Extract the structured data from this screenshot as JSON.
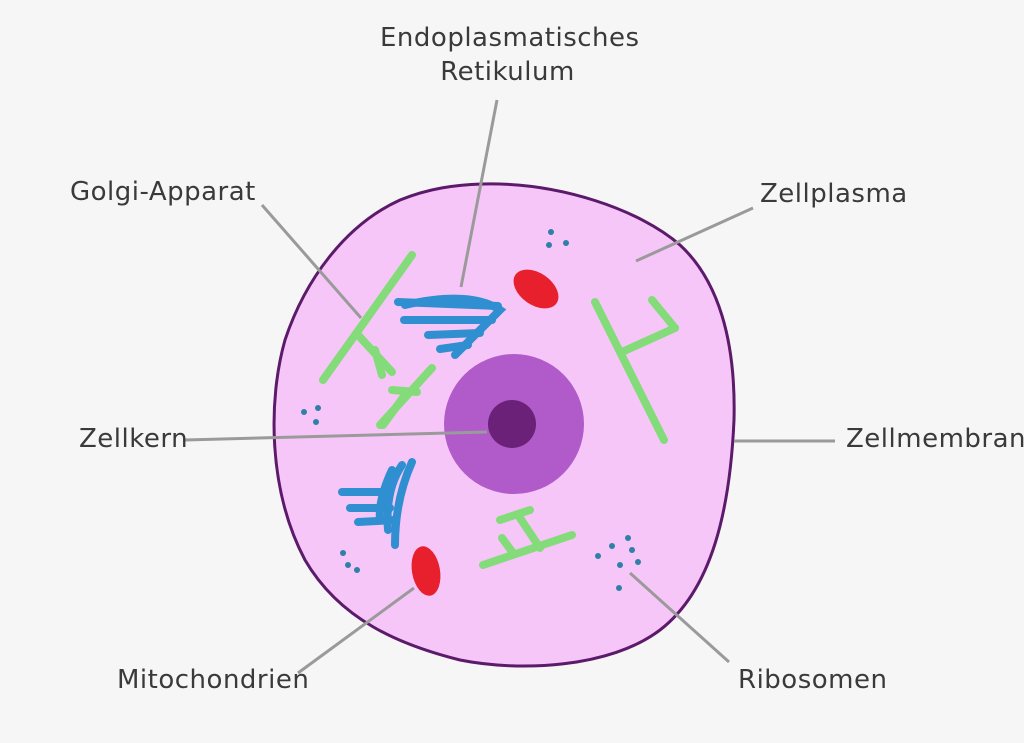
{
  "labels": {
    "er_line1": "Endoplasmatisches",
    "er_line2": "Retikulum",
    "golgi": "Golgi-Apparat",
    "zellplasma": "Zellplasma",
    "zellkern": "Zellkern",
    "zellmembran": "Zellmembran",
    "mitochondrien": "Mitochondrien",
    "ribosomen": "Ribosomen"
  },
  "colors": {
    "background": "#f6f6f6",
    "membrane": "#5c1a6b",
    "cytoplasm": "#f7c6f8",
    "nucleus_outer": "#b05bc9",
    "nucleolus": "#6a2177",
    "endoplasmic_reticulum": "#83dc79",
    "golgi": "#2f8fd0",
    "mitochondria": "#e8202e",
    "ribosomes": "#2f7fa8",
    "leader_lines": "#9a9a9a"
  }
}
